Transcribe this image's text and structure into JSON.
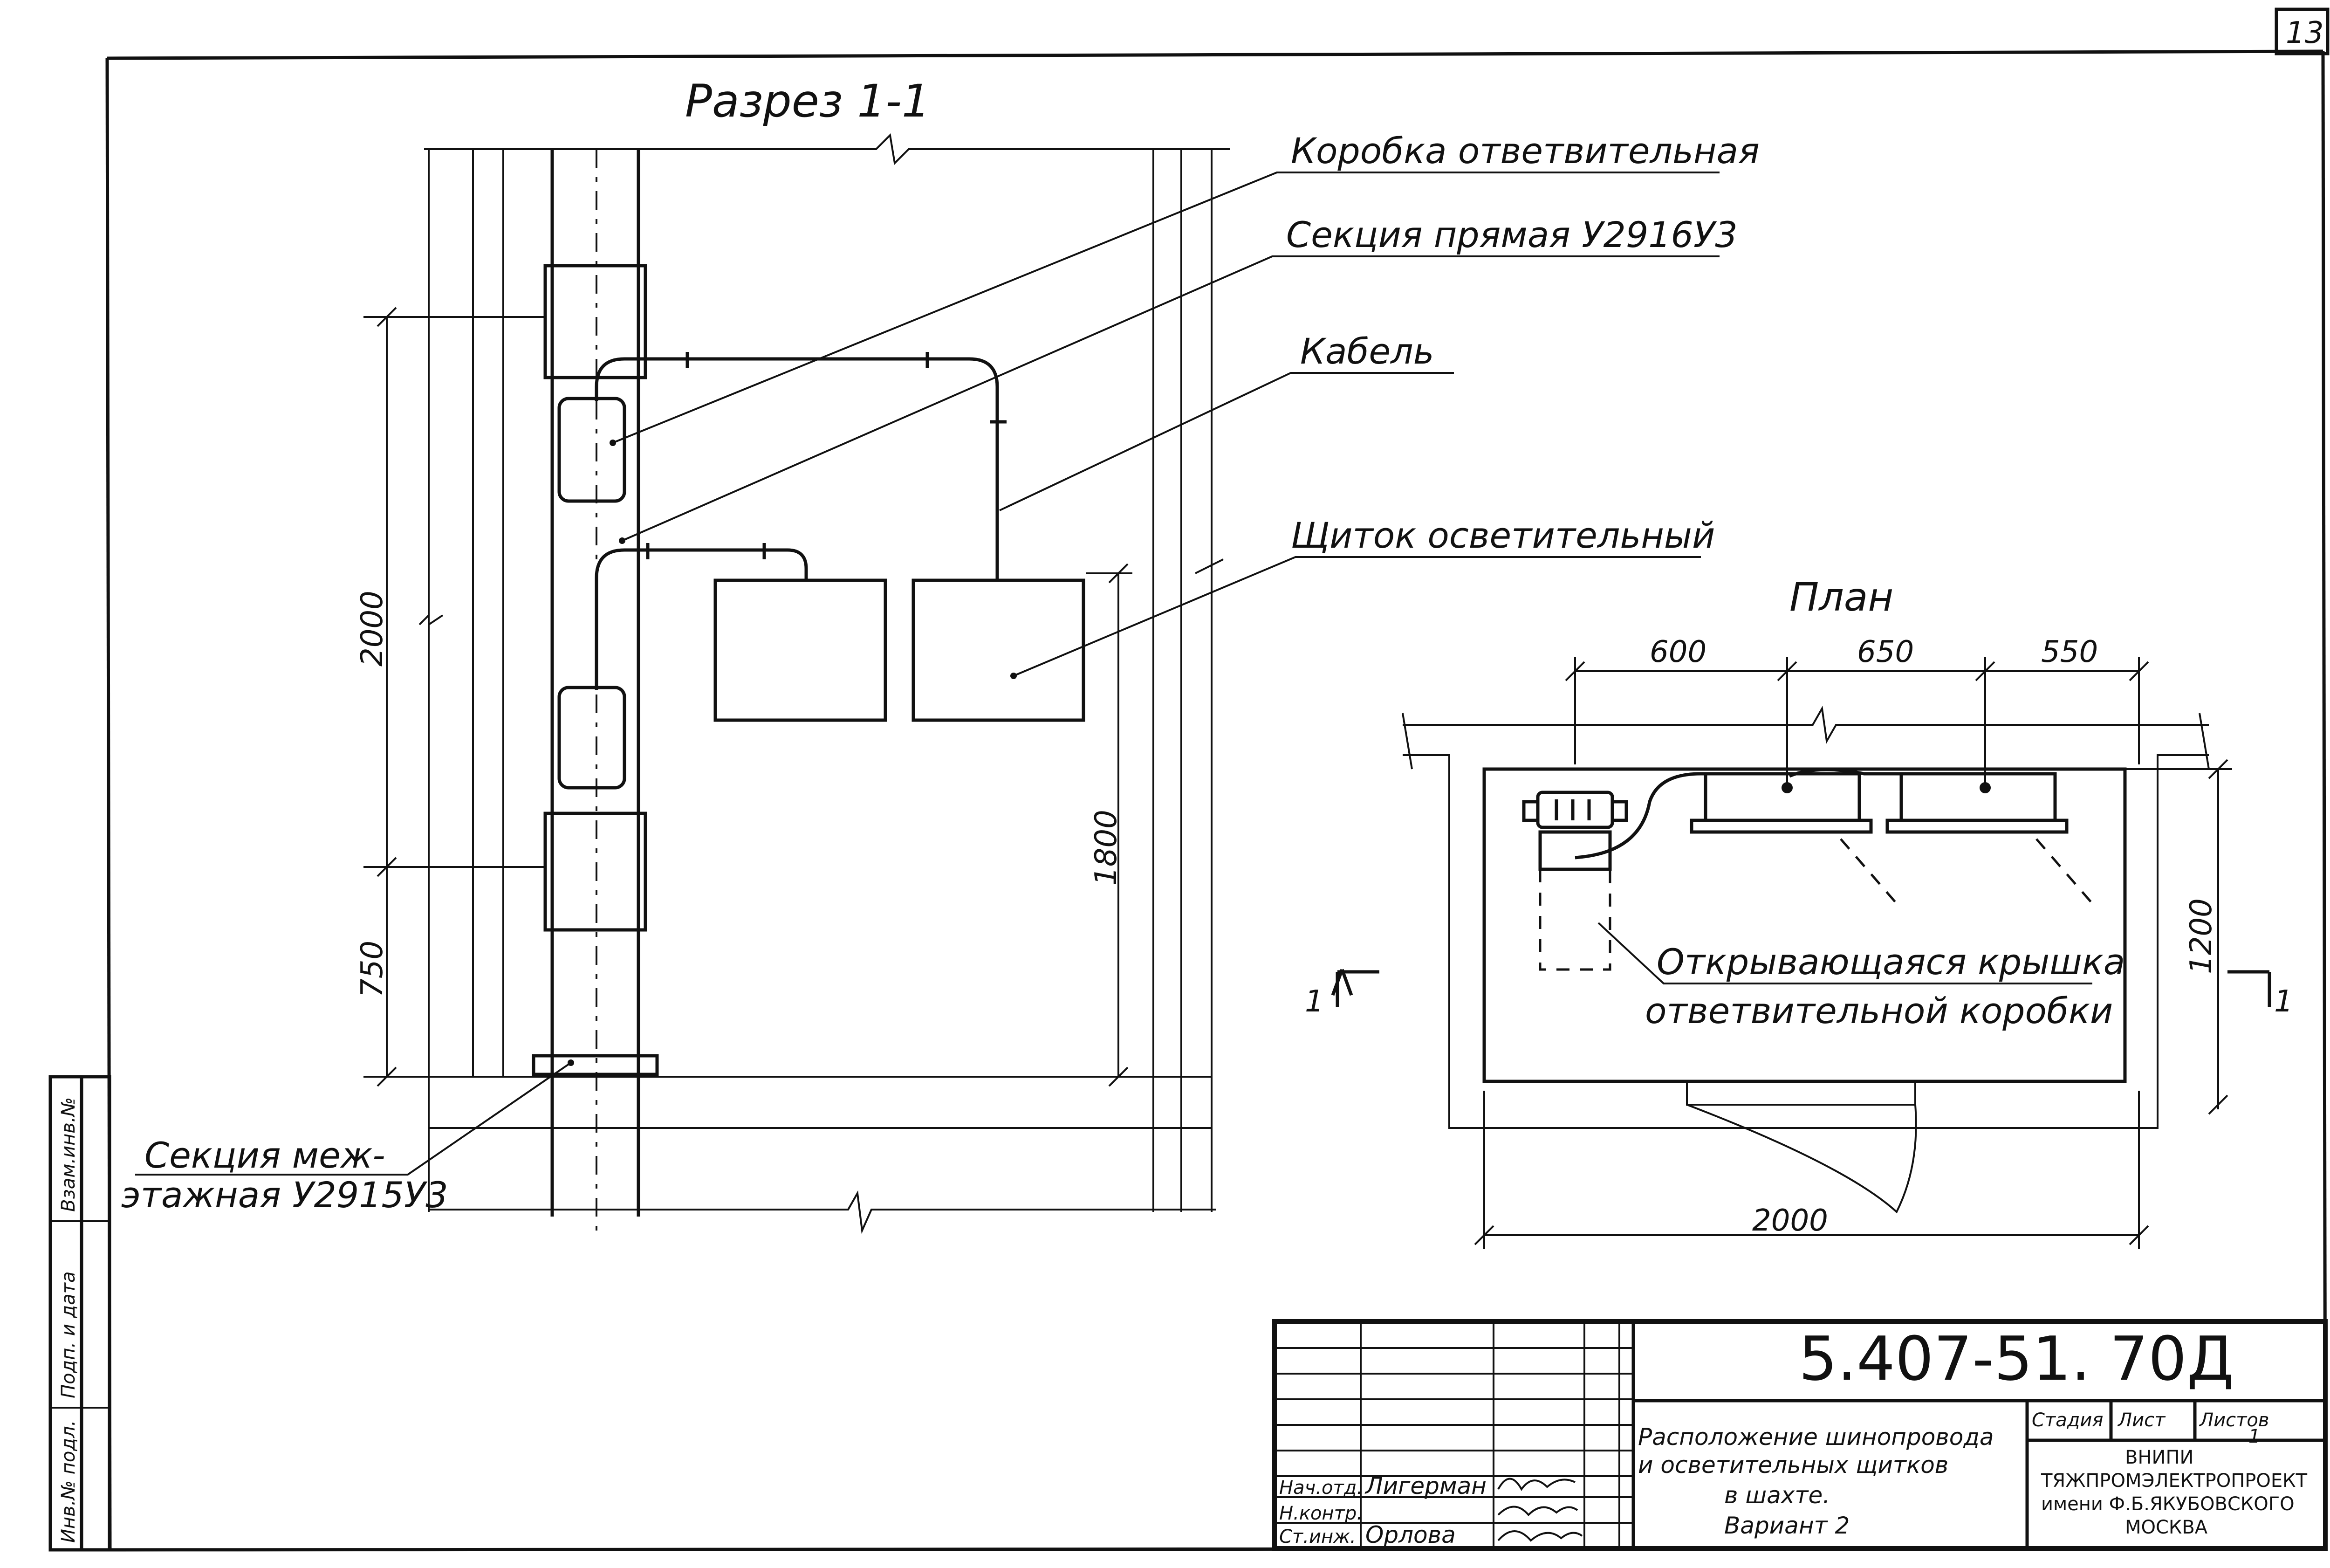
{
  "sheet_number": "13",
  "section": {
    "title": "Разрез 1-1",
    "labels": {
      "box": "Коробка ответвительная",
      "straight_section": "Секция прямая У2916У3",
      "cable": "Кабель",
      "panel": "Щиток осветительный",
      "interfloor_1": "Секция меж-",
      "interfloor_2": "этажная У2915У3"
    },
    "dimensions": {
      "d2000": "2000",
      "d750": "750",
      "d1800": "1800"
    }
  },
  "plan": {
    "title": "План",
    "dims": {
      "d600": "600",
      "d650": "650",
      "d550": "550",
      "d1200": "1200",
      "d2000": "2000"
    },
    "cover_label_1": "Открывающаяся крышка",
    "cover_label_2": "ответвительной коробки",
    "section_mark": "1"
  },
  "title_block": {
    "code": "5.407-51. 70Д",
    "title_lines": [
      "Расположение шинопровода",
      "и осветительных щитков",
      "в шахте.",
      "Вариант 2"
    ],
    "stage_header": "Стадия",
    "sheet_header": "Лист",
    "sheets_header": "Листов",
    "sheets_value": "1",
    "org_lines": [
      "ВНИПИ",
      "ТЯЖПРОМЭЛЕКТРОПРОЕКТ",
      "имени Ф.Б.ЯКУБОВСКОГО",
      "МОСКВА"
    ],
    "roles": [
      {
        "role": "Нач.отд.",
        "name": "Лигерман"
      },
      {
        "role": "Н.контр.",
        "name": ""
      },
      {
        "role": "Ст.инж.",
        "name": "Орлова"
      }
    ]
  },
  "side_stamp": [
    "Инв.№ подл.",
    "Подп. и дата",
    "Взам.инв.№"
  ]
}
